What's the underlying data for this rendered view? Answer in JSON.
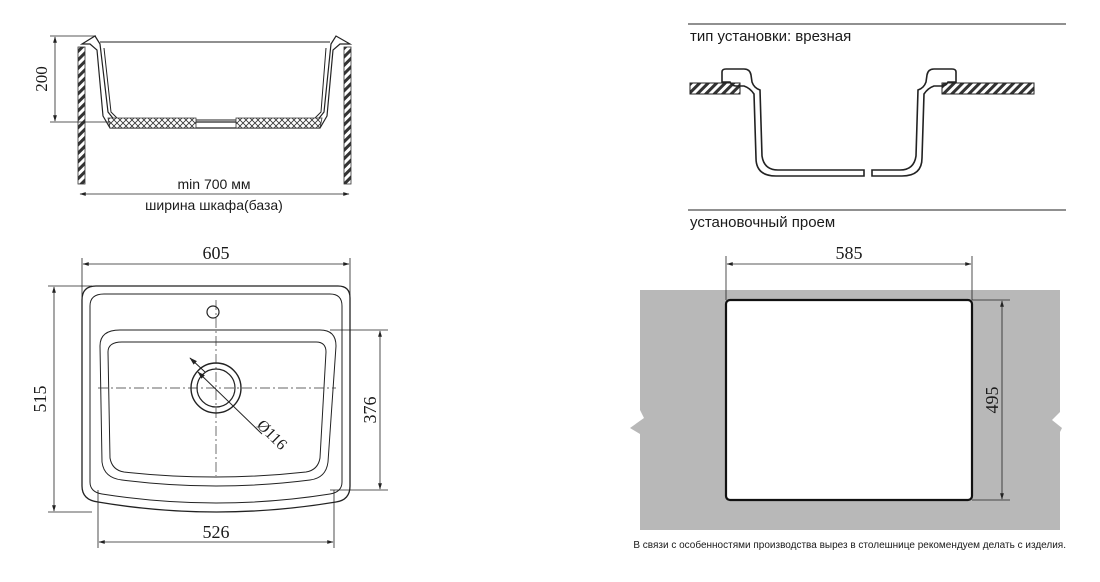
{
  "section_view": {
    "height_dim": "200",
    "min_width": "min 700 мм",
    "cabinet_width": "ширина шкафа(база)"
  },
  "plan_view": {
    "width_dim": "605",
    "height_dim": "515",
    "inner_height_dim": "376",
    "bowl_width_dim": "526",
    "drain_dim": "Ø116"
  },
  "install_type": {
    "label": "тип установки: врезная"
  },
  "cutout": {
    "label": "установочный проем",
    "width_dim": "585",
    "height_dim": "495"
  },
  "footnote": "В связи с особенностями производства вырез в столешнице рекомендуем делать с изделия.",
  "colors": {
    "line": "#222222",
    "countertop": "#b8b8b8",
    "hatch": "#333333"
  }
}
